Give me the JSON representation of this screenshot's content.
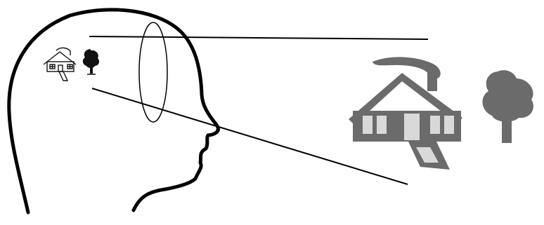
{
  "colors": {
    "background": "#ffffff",
    "outline": "#000000",
    "small_icon_stroke": "#111111",
    "large_icon_gray": "#6b6b6b",
    "large_icon_light": "#d9d9d9"
  },
  "elements": {
    "head": "head-profile-outline",
    "lens": "eye-lens-ellipse",
    "projection_rays": [
      "upper-projection-ray",
      "lower-projection-ray"
    ],
    "small_image": [
      "small-house-icon",
      "small-tree-icon"
    ],
    "large_image": [
      "large-house-icon",
      "large-tree-icon"
    ]
  }
}
